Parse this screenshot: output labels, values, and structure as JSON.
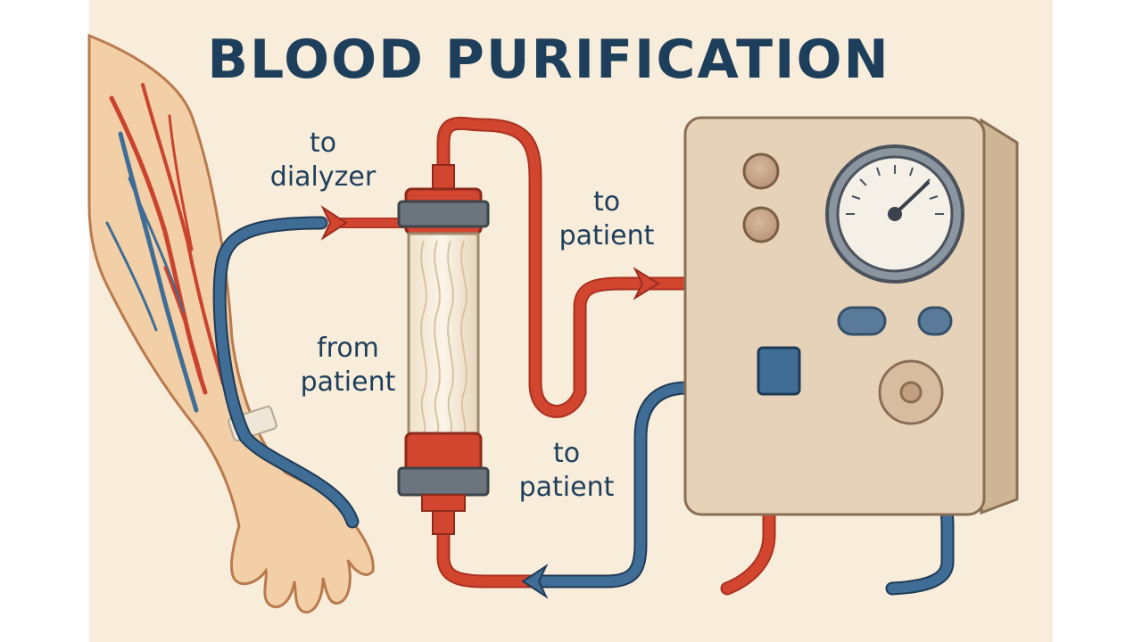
{
  "title": "BLOOD PURIFICATION",
  "labels": {
    "to_dialyzer_line1": "to",
    "to_dialyzer_line2": "dialyzer",
    "from_patient_line1": "from",
    "from_patient_line2": "patient",
    "to_patient_upper_line1": "to",
    "to_patient_upper_line2": "patient",
    "to_patient_lower_line1": "to",
    "to_patient_lower_line2": "patient"
  },
  "colors": {
    "background": "#f8ecda",
    "title": "#1e3f5c",
    "arterial_red": "#d2452f",
    "venous_blue": "#3f6d96",
    "skin": "#f2cfa6",
    "machine": "#e6d2b8",
    "cap_gray": "#6c757d"
  },
  "icons": [
    "arm-illustration",
    "dialyzer-icon",
    "machine-icon",
    "pressure-gauge-icon"
  ]
}
